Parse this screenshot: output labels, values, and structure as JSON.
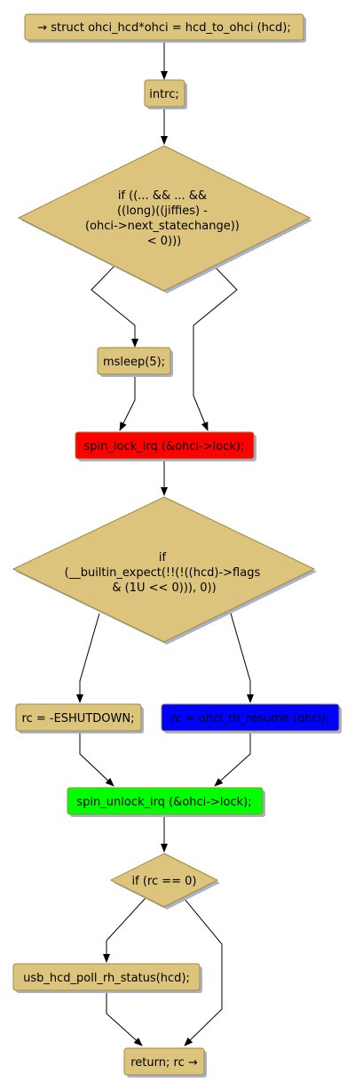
{
  "nodes": {
    "start": "→ struct ohci_hcd*ohci = hcd_to_ohci (hcd);",
    "intrc": "intrc;",
    "cond1": [
      "if ((... && ... &&",
      "((long)((jiffies) -",
      "(ohci->next_statechange))",
      "< 0)))"
    ],
    "msleep": "msleep(5);",
    "spin_lock": "spin_lock_irq (&ohci->lock);",
    "cond2": [
      "if",
      "(__builtin_expect(!!(!((hcd)->flags",
      "& (1U << 0))), 0))"
    ],
    "shutdown": "rc = -ESHUTDOWN;",
    "resume": "rc = ohci_rh_resume (ohci);",
    "spin_unlock": "spin_unlock_irq (&ohci->lock);",
    "cond3": "if (rc == 0)",
    "poll": "usb_hcd_poll_rh_status(hcd);",
    "end": "return; rc →"
  },
  "colors": {
    "node_fill": "#dcc47c",
    "node_stroke": "#a08a3c",
    "shadow": "#a9b2c8",
    "spin_lock_fill": "#ff0000",
    "resume_fill": "#0000ff",
    "spin_unlock_fill": "#00ff00"
  }
}
